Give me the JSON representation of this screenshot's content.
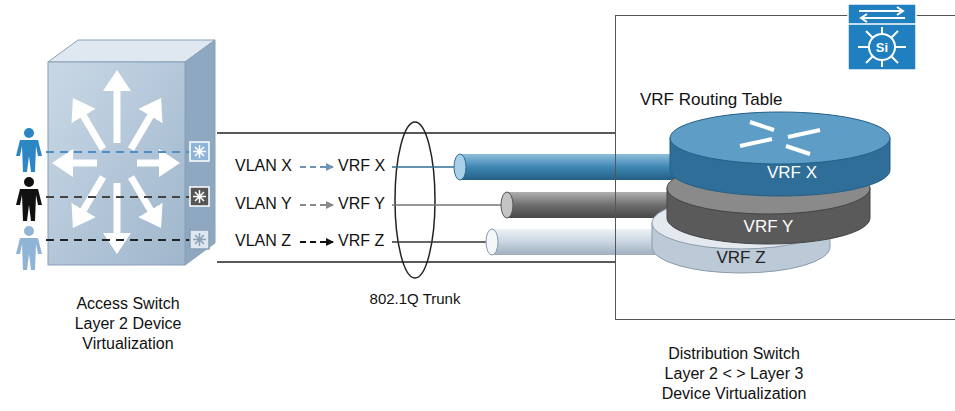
{
  "diagram": {
    "nodes": [
      {
        "text": [
          "Access Switch Layer 2 Device Virtualization"
        ]
      },
      {
        "text": [
          "VRF Routing Table",
          "Distribution Switch Layer 2 < > Layer 3 Device Virtualization"
        ]
      },
      {
        "text": [
          "VRF X"
        ],
        "in": 1
      },
      {
        "text": [
          "VRF Y"
        ],
        "in": 1
      },
      {
        "text": [
          "VRF Z"
        ],
        "in": 1
      }
    ],
    "edges": [
      {
        "from": 0,
        "to": 1,
        "arrow": "none"
      }
    ],
    "labels": [
      "VLAN X",
      "VRF X",
      "VLAN Y",
      "VRF Y",
      "VLAN Z",
      "VRF Z",
      "802.1Q Trunk",
      "Si"
    ]
  }
}
